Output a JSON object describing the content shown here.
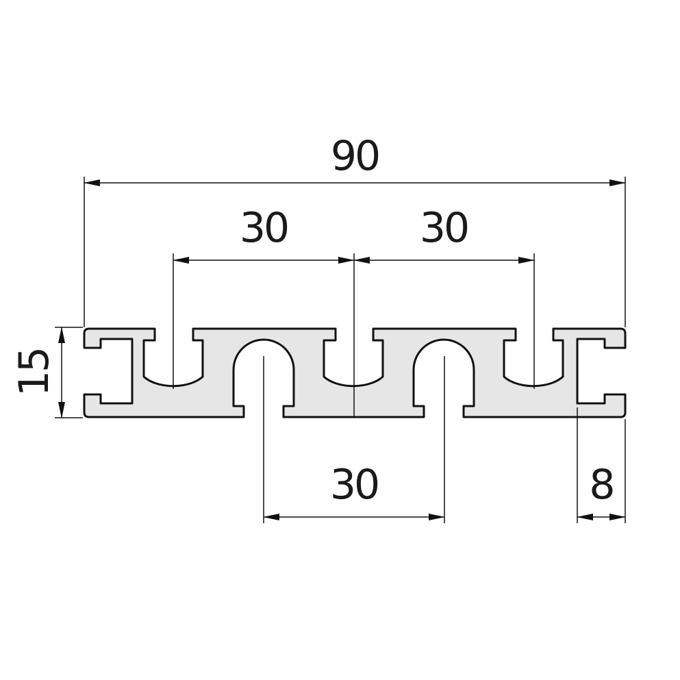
{
  "dimensions": {
    "overall_width": "90",
    "pitch_top_left": "30",
    "pitch_top_right": "30",
    "pitch_bottom": "30",
    "height": "15",
    "end_offset": "8"
  },
  "colors": {
    "profile_fill": "#e6e6e6",
    "line": "#111111"
  }
}
